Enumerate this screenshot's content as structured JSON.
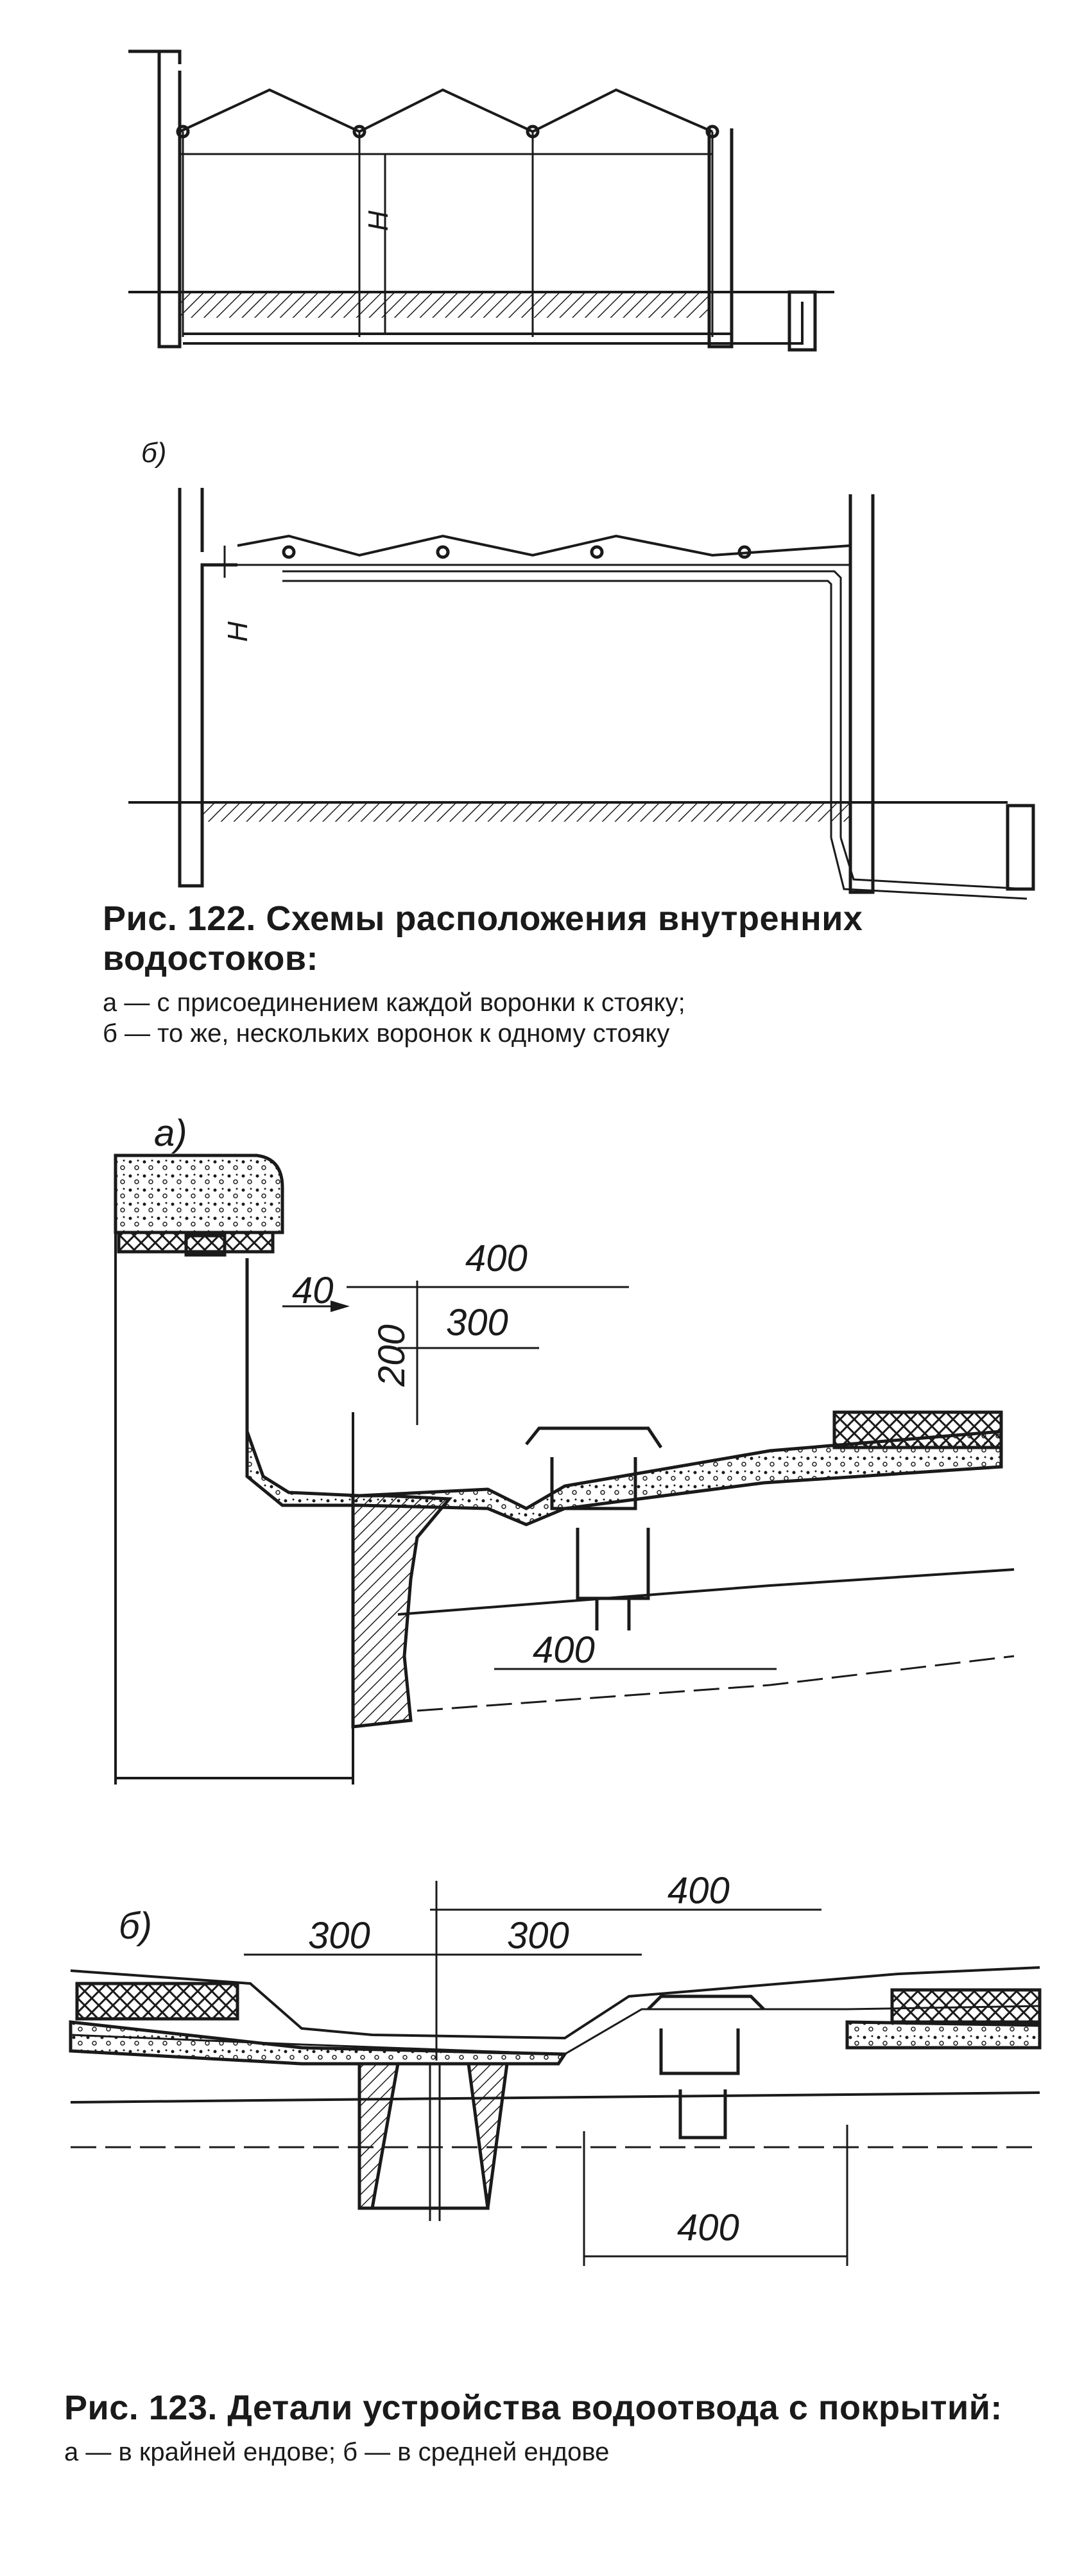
{
  "fig122": {
    "height_mark": "H",
    "panel_b_label": "б)",
    "caption_title": "Рис. 122. Схемы расположения внутренних водостоков:",
    "caption_line_a": "а — с присоединением каждой воронки к стояку;",
    "caption_line_b": "б — то же, нескольких воронок к одному стояку"
  },
  "fig123": {
    "panel_a_label": "а)",
    "panel_b_label": "б)",
    "a_dims": {
      "d40": "40",
      "d400_top": "400",
      "d200": "200",
      "d300": "300",
      "d400_bottom": "400"
    },
    "b_dims": {
      "d400_top": "400",
      "d300_left": "300",
      "d300_right": "300",
      "d400_bottom": "400"
    },
    "caption_title": "Рис. 123. Детали устройства водоотвода с покрытий:",
    "caption_legend": "а — в крайней ендове; б — в средней ендове"
  },
  "colors": {
    "ink": "#1a1a1a",
    "paper": "#ffffff"
  }
}
